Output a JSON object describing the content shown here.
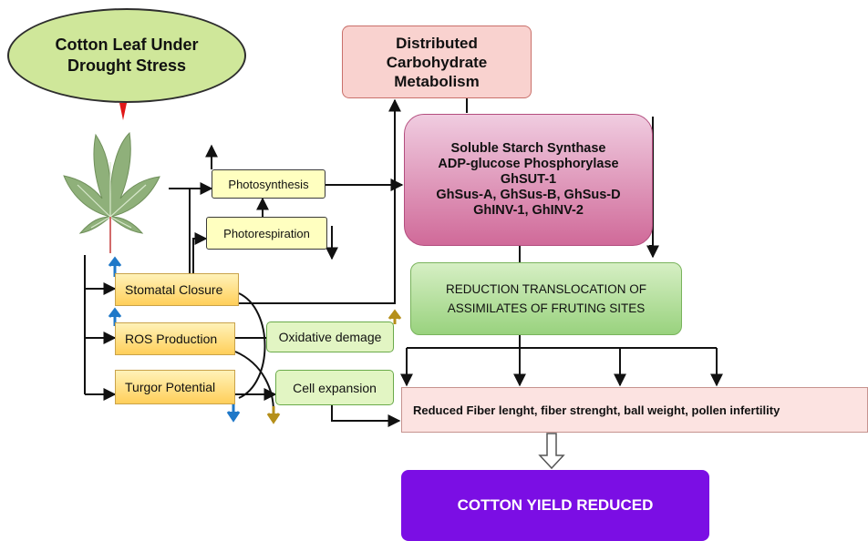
{
  "diagram": {
    "drought_title": "Cotton Leaf Under Drought Stress",
    "carbohydrate": "Distributed Carbohydrate Metabolism",
    "enzymes": [
      "Soluble Starch Synthase",
      "ADP-glucose Phosphorylase",
      "GhSUT-1",
      "GhSus-A, GhSus-B, GhSus-D",
      "GhINV-1, GhINV-2"
    ],
    "photosynthesis": "Photosynthesis",
    "photorespiration": "Photorespiration",
    "stomatal_closure": "Stomatal Closure",
    "ros_production": "ROS Production",
    "turgor_potential": "Turgor Potential",
    "oxidative_damage": "Oxidative demage",
    "cell_expansion": "Cell expansion",
    "translocation": "REDUCTION TRANSLOCATION OF ASSIMILATES OF FRUTING SITES",
    "reduced_traits": "Reduced Fiber lenght, fiber strenght, ball weight, pollen infertility",
    "yield_result": "COTTON YIELD REDUCED"
  },
  "colors": {
    "leaf": "#8fb07a",
    "up_arrow_blue": "#1f78c8",
    "down_arrow_blue": "#1f78c8",
    "gold_arrow": "#b58f1a",
    "red_marker": "#e01818",
    "yield_box": "#7b0ee4"
  },
  "icons": [
    "cotton-leaf-image",
    "up-arrow-icon",
    "down-arrow-icon",
    "hollow-down-arrow-icon"
  ]
}
